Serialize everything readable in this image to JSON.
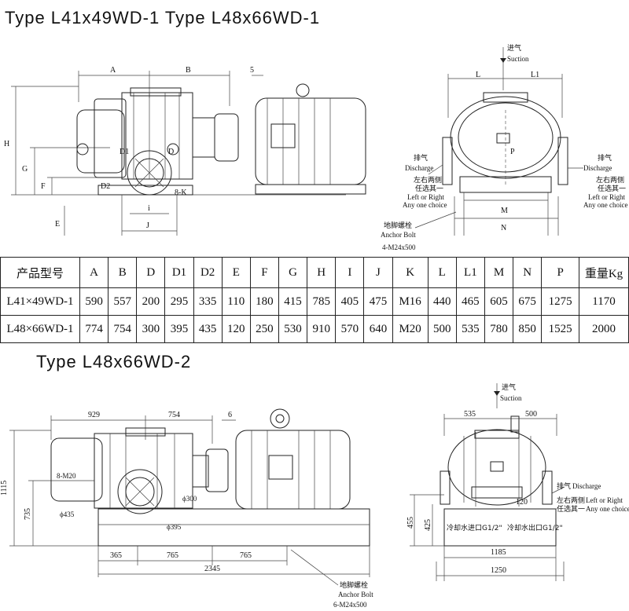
{
  "titles": {
    "top": "Type L41x49WD-1   Type L48x66WD-1",
    "bottom": "Type   L48x66WD-2"
  },
  "drawing1": {
    "side": {
      "dim_a": "A",
      "dim_b": "B",
      "dim_5": "5",
      "dim_h": "H",
      "dim_g": "G",
      "dim_f": "F",
      "dim_e": "E",
      "dim_d1": "D1",
      "dim_d": "D",
      "dim_d2": "D2",
      "dim_8k": "8-K",
      "dim_i": "i",
      "dim_j": "J"
    },
    "end": {
      "suction_cn": "进气",
      "suction_en": "Suction",
      "dim_l": "L",
      "dim_l1": "L1",
      "dim_p": "P",
      "dim_m": "M",
      "dim_n": "N",
      "discharge_cn": "排气",
      "discharge_en": "Discharge",
      "choice_cn": "左右两侧",
      "choice_cn2": "任选其一",
      "choice_en1": "Left or Right",
      "choice_en2": "Any one choice",
      "anchor_cn": "地脚螺栓",
      "anchor_en": "Anchor Bolt",
      "anchor_spec": "4-M24x500"
    }
  },
  "table": {
    "header": [
      "产品型号",
      "A",
      "B",
      "D",
      "D1",
      "D2",
      "E",
      "F",
      "G",
      "H",
      "I",
      "J",
      "K",
      "L",
      "L1",
      "M",
      "N",
      "P",
      "重量Kg"
    ],
    "rows": [
      [
        "L41×49WD-1",
        "590",
        "557",
        "200",
        "295",
        "335",
        "110",
        "180",
        "415",
        "785",
        "405",
        "475",
        "M16",
        "440",
        "465",
        "605",
        "675",
        "1275",
        "1170"
      ],
      [
        "L48×66WD-1",
        "774",
        "754",
        "300",
        "395",
        "435",
        "120",
        "250",
        "530",
        "910",
        "570",
        "640",
        "M20",
        "500",
        "535",
        "780",
        "850",
        "1525",
        "2000"
      ]
    ]
  },
  "drawing2": {
    "side": {
      "dim_929": "929",
      "dim_754": "754",
      "dim_6": "6",
      "dim_1115": "1115",
      "dim_735": "735",
      "dim_8m20": "8-M20",
      "dim_435": "ϕ435",
      "dim_300": "ϕ300",
      "dim_395": "ϕ395",
      "dim_365": "365",
      "dim_765a": "765",
      "dim_765b": "765",
      "dim_2345": "2345",
      "anchor_cn": "地脚螺栓",
      "anchor_en": "Anchor Bolt",
      "anchor_spec": "6-M24x500"
    },
    "end": {
      "suction_cn": "进气",
      "suction_en": "Suction",
      "dim_535": "535",
      "dim_500": "500",
      "dim_120": "120",
      "dim_455": "455",
      "dim_425": "425",
      "dim_1185": "1185",
      "dim_1250": "1250",
      "discharge_cn": "排气",
      "discharge_en": "Discharge",
      "choice_cn": "左右两侧",
      "choice_cn2": "任选其一",
      "choice_en1": "Left or Right",
      "choice_en2": "Any one choice",
      "water_in": "冷却水进口G1/2\"",
      "water_out": "冷却水出口G1/2\""
    }
  }
}
